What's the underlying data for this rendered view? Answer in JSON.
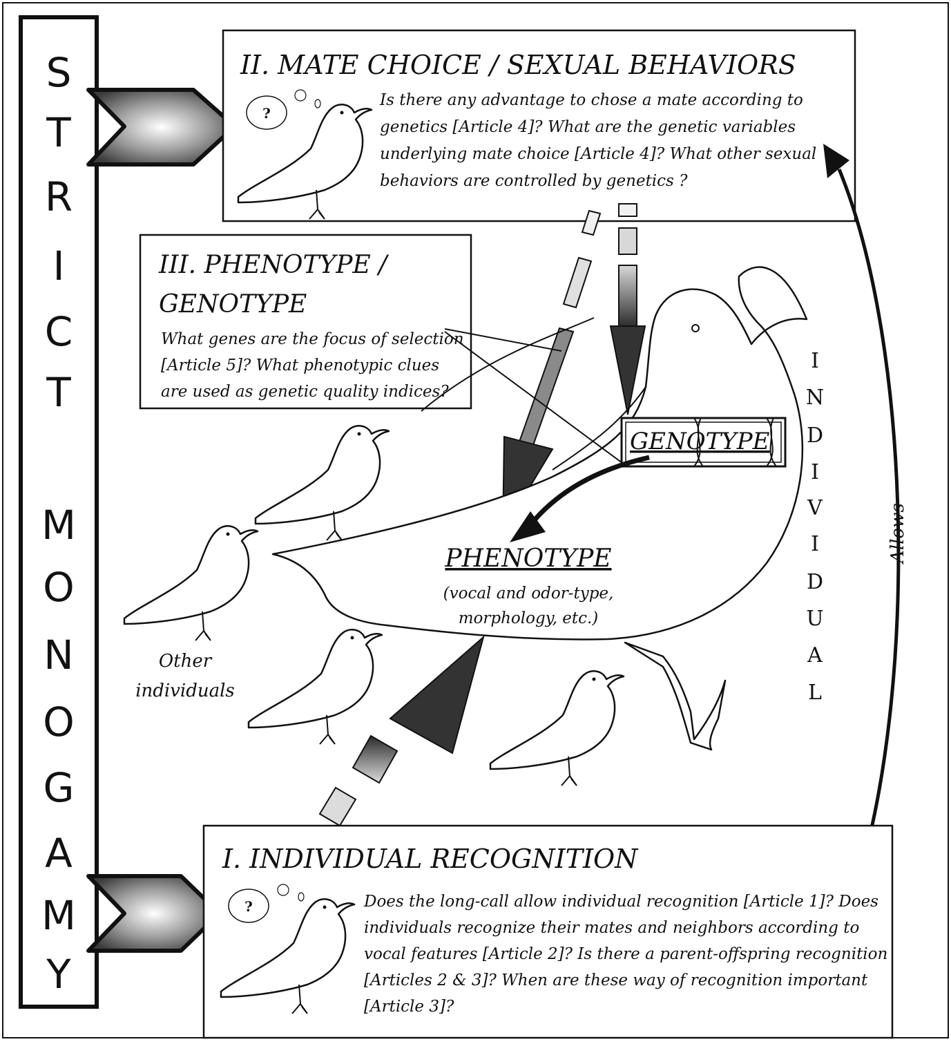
{
  "side_label": {
    "word1": [
      "S",
      "T",
      "R",
      "I",
      "C",
      "T"
    ],
    "word2": [
      "M",
      "O",
      "N",
      "O",
      "G",
      "A",
      "M",
      "Y"
    ]
  },
  "box_mate_choice": {
    "title": "II. MATE CHOICE / SEXUAL BEHAVIORS",
    "lines": [
      "Is there any advantage to chose a mate according to",
      "genetics [Article 4]? What are the genetic variables",
      "underlying mate choice [Article 4]? What other sexual",
      "behaviors are controlled by genetics ?"
    ],
    "thought": "?"
  },
  "box_phenotype_genotype": {
    "title_line1": "III.  PHENOTYPE /",
    "title_line2": "GENOTYPE",
    "lines": [
      "What genes are the focus of selection",
      "[Article 5]? What phenotypic clues",
      "are used as genetic quality indices?"
    ]
  },
  "box_individual_recognition": {
    "title": "I. INDIVIDUAL RECOGNITION",
    "lines": [
      "Does the long-call allow individual recognition [Article 1]? Does",
      "individuals recognize their mates and neighbors according to",
      "vocal features [Article 2]? Is there a parent-offspring recognition",
      "[Articles 2 & 3]? When are these way of recognition important",
      "[Article 3]?"
    ],
    "thought": "?"
  },
  "genotype_label": "GENOTYPE",
  "phenotype": {
    "label": "PHENOTYPE",
    "line1": "(vocal and odor-type,",
    "line2": "morphology, etc.)"
  },
  "individual_letters": [
    "I",
    "N",
    "D",
    "I",
    "V",
    "I",
    "D",
    "U",
    "A",
    "L"
  ],
  "other_individuals": {
    "line1": "Other",
    "line2": "individuals"
  },
  "allows_label": "Allows",
  "colors": {
    "ink": "#111111",
    "arrow_dark": "#444444",
    "arrow_light": "#e6e6e6"
  }
}
